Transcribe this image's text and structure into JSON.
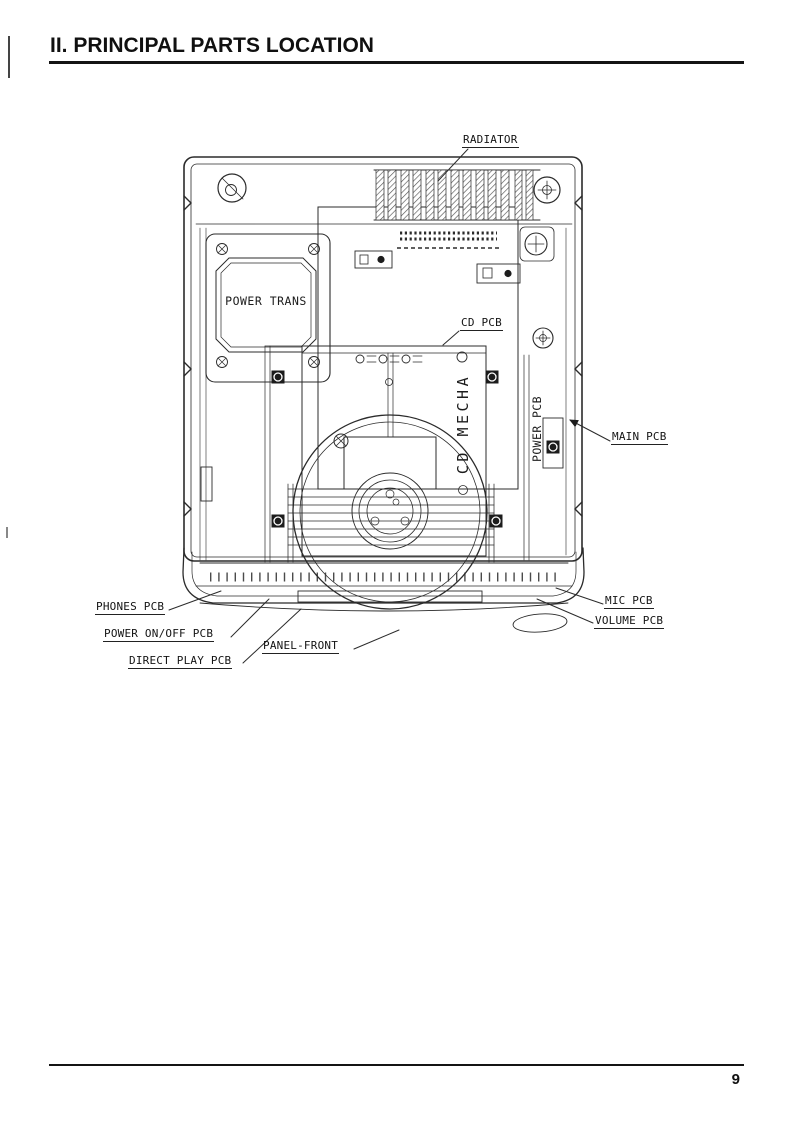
{
  "header": {
    "title": "II. PRINCIPAL PARTS LOCATION"
  },
  "footer": {
    "page_number": "9"
  },
  "diagram": {
    "ink_color": "#1c1c1c",
    "labels": {
      "radiator": "RADIATOR",
      "power_trans": "POWER TRANS",
      "cd_pcb": "CD PCB",
      "cd_mecha": "CD MECHA",
      "power_pcb": "POWER PCB",
      "main_pcb": "MAIN PCB",
      "mic_pcb": "MIC PCB",
      "volume_pcb": "VOLUME PCB",
      "phones_pcb": "PHONES PCB",
      "power_on_off_pcb": "POWER ON/OFF PCB",
      "panel_front": "PANEL-FRONT",
      "direct_play_pcb": "DIRECT PLAY PCB"
    }
  }
}
